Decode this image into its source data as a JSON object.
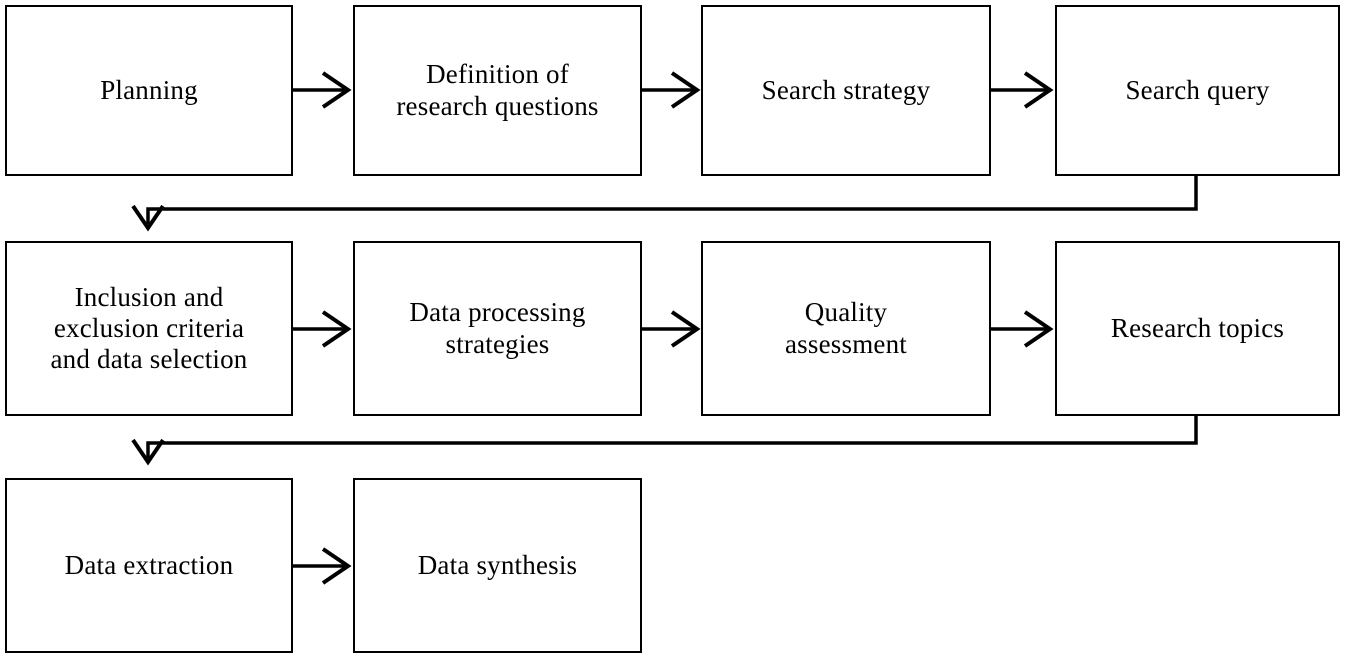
{
  "diagram": {
    "type": "flowchart",
    "orientation": "left-to-right, wrapping rows",
    "background_color": "#ffffff",
    "line_color": "#000000",
    "text_color": "#000000",
    "nodes": [
      {
        "id": "planning",
        "label": "Planning",
        "row": 1,
        "col": 1
      },
      {
        "id": "definition",
        "label": "Definition of\nresearch questions",
        "row": 1,
        "col": 2
      },
      {
        "id": "search_strategy",
        "label": "Search  strategy",
        "row": 1,
        "col": 3
      },
      {
        "id": "search_query",
        "label": "Search  query",
        "row": 1,
        "col": 4
      },
      {
        "id": "inclusion",
        "label": "Inclusion and\nexclusion  criteria\nand data selection",
        "row": 2,
        "col": 1
      },
      {
        "id": "data_processing",
        "label": "Data processing\nstrategies",
        "row": 2,
        "col": 2
      },
      {
        "id": "quality",
        "label": "Quality\nassessment",
        "row": 2,
        "col": 3
      },
      {
        "id": "research_topics",
        "label": "Research topics",
        "row": 2,
        "col": 4
      },
      {
        "id": "data_extraction",
        "label": "Data extraction",
        "row": 3,
        "col": 1
      },
      {
        "id": "data_synthesis",
        "label": "Data synthesis",
        "row": 3,
        "col": 2
      }
    ],
    "edges": [
      {
        "from": "planning",
        "to": "definition",
        "style": "straight-horizontal"
      },
      {
        "from": "definition",
        "to": "search_strategy",
        "style": "straight-horizontal"
      },
      {
        "from": "search_strategy",
        "to": "search_query",
        "style": "straight-horizontal"
      },
      {
        "from": "search_query",
        "to": "inclusion",
        "style": "elbow-wrap-down"
      },
      {
        "from": "inclusion",
        "to": "data_processing",
        "style": "straight-horizontal"
      },
      {
        "from": "data_processing",
        "to": "quality",
        "style": "straight-horizontal"
      },
      {
        "from": "quality",
        "to": "research_topics",
        "style": "straight-horizontal"
      },
      {
        "from": "research_topics",
        "to": "data_extraction",
        "style": "elbow-wrap-down"
      },
      {
        "from": "data_extraction",
        "to": "data_synthesis",
        "style": "straight-horizontal"
      }
    ]
  }
}
